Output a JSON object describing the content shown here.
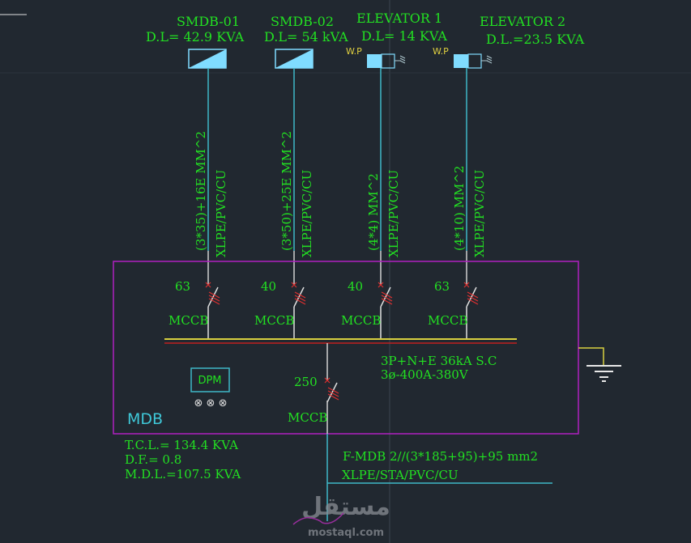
{
  "colors": {
    "background": "#212830",
    "text": "#22e022",
    "cable": "#3fb8c8",
    "panel": "#b020c0",
    "bus_yellow": "#d8d040",
    "bus_red": "#c02020",
    "breaker": "#e03030",
    "load": "#80dcff",
    "wp": "#e0d040"
  },
  "loads": [
    {
      "name": "SMDB-01",
      "dl": "D.L= 42.9  KVA",
      "symbol": "panel",
      "cable_size": "(3*35)+16E MM^2",
      "cable_type": "XLPE/PVC/CU",
      "breaker_rating": "63",
      "breaker_type": "MCCB"
    },
    {
      "name": "SMDB-02",
      "dl": "D.L= 54 kVA",
      "symbol": "panel",
      "cable_size": "(3*50)+25E MM^2",
      "cable_type": "XLPE/PVC/CU",
      "breaker_rating": "40",
      "breaker_type": "MCCB"
    },
    {
      "name": "ELEVATOR  1",
      "dl": "D.L=  14  KVA",
      "symbol": "motor",
      "wp": "W.P",
      "cable_size": "(4*4)  MM^2",
      "cable_type": "XLPE/PVC/CU",
      "breaker_rating": "40",
      "breaker_type": "MCCB"
    },
    {
      "name": "ELEVATOR  2",
      "dl": "D.L.=23.5 KVA",
      "symbol": "motor",
      "wp": "W.P",
      "cable_size": "(4*10)  MM^2",
      "cable_type": "XLPE/PVC/CU",
      "breaker_rating": "63",
      "breaker_type": "MCCB"
    }
  ],
  "panel": {
    "name": "MDB",
    "bus_spec_1": "3P+N+E   36kA  S.C",
    "bus_spec_2": "3ø-400A-380V",
    "dpm": "DPM",
    "lamps": "⊗ ⊗ ⊗",
    "main_breaker_rating": "250",
    "main_breaker_type": "MCCB"
  },
  "summary": {
    "tcl": "T.C.L.=  134.4  KVA",
    "df": "D.F.=    0.8",
    "mdl": "M.D.L.=107.5  KVA"
  },
  "feeder": {
    "size": "F-MDB  2//(3*185+95)+95 mm2",
    "type": "XLPE/STA/PVC/CU"
  },
  "watermark": {
    "arabic": "مستقل",
    "latin": "mostaql.com"
  }
}
